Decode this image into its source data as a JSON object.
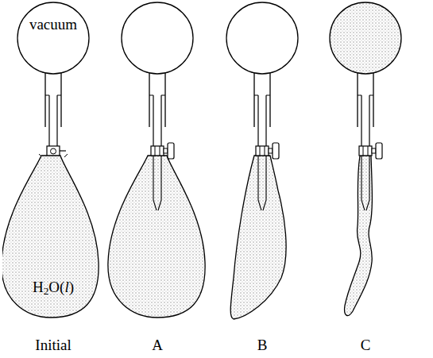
{
  "diagram": {
    "nodes": [
      {
        "text": [
          "vacuum"
        ]
      },
      {
        "text": [
          "H2O(l)"
        ]
      }
    ],
    "labels": [
      "Initial",
      "A",
      "B",
      "C"
    ]
  }
}
